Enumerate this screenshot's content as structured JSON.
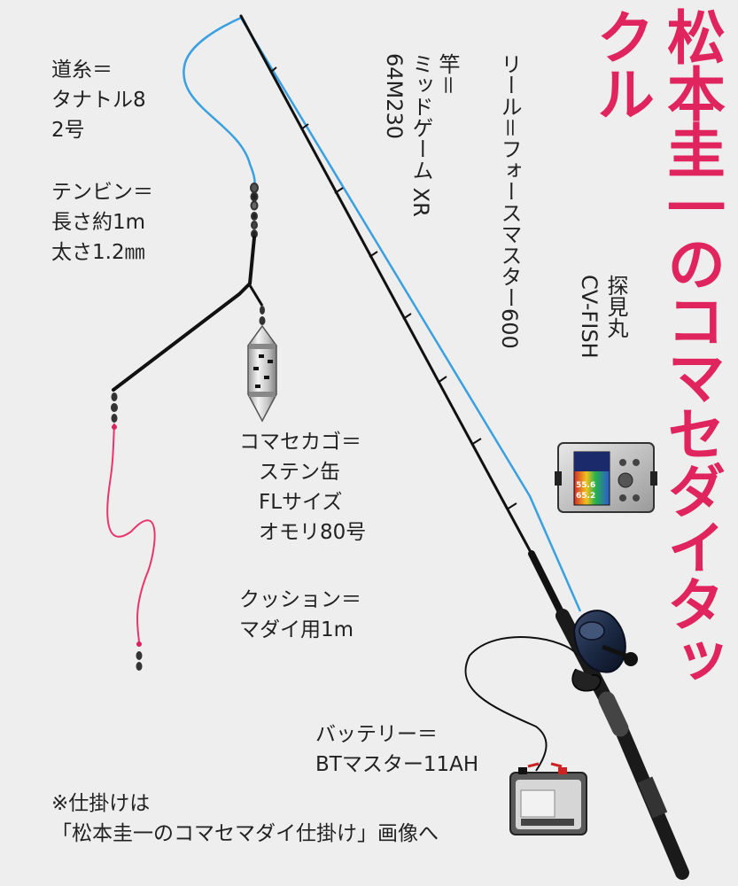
{
  "title": "松本圭一のコマセダイタックル",
  "labels": {
    "michiito": [
      "道糸＝",
      "タナトル8",
      "2号"
    ],
    "tenbin": [
      "テンビン＝",
      "長さ約1m",
      "太さ1.2㎜"
    ],
    "komasekago": [
      "コマセカゴ＝",
      "ステン缶",
      "FLサイズ",
      "オモリ80号"
    ],
    "cushion": [
      "クッション＝",
      "マダイ用1m"
    ],
    "battery": [
      "バッテリー＝",
      "BTマスター11AH"
    ],
    "note": [
      "※仕掛けは",
      "「松本圭一のコマセマダイ仕掛け」画像へ"
    ]
  },
  "vertical_labels": {
    "rod": [
      "竿＝",
      "ミッドゲーム XR",
      "64M230"
    ],
    "reel": [
      "リール＝フォースマスター600"
    ],
    "sonar": [
      "探見丸",
      "CV-FISH"
    ]
  },
  "sonar_screen": {
    "top_value": "55.6",
    "bottom_value": "65.2"
  },
  "colors": {
    "title": "#e0245e",
    "main_line": "#3aa0e0",
    "cushion": "#e8356d",
    "rod": "#111111",
    "background": "#eeeeee"
  }
}
